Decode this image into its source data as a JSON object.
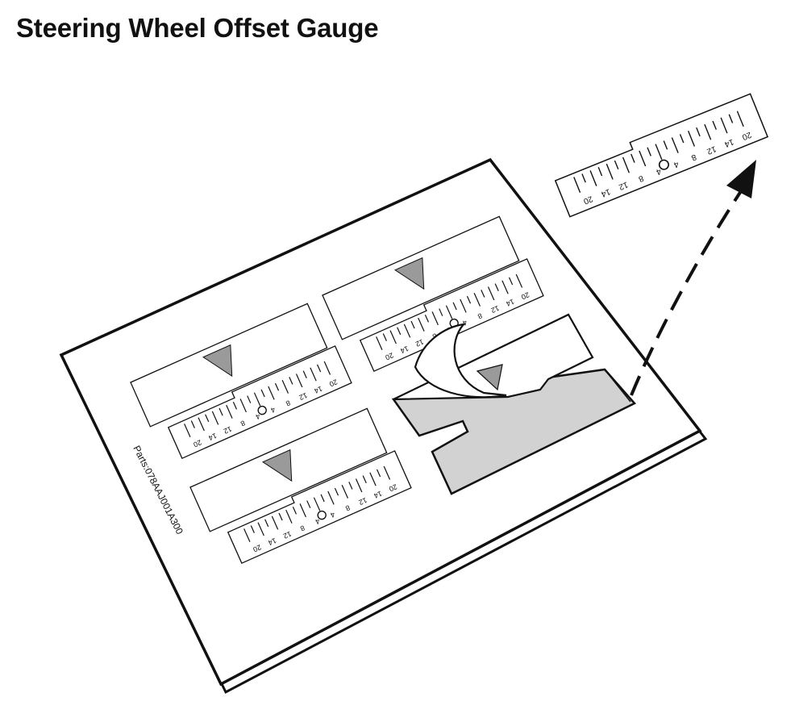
{
  "title": "Steering Wheel Offset Gauge",
  "part_number": "Parts:078AAJ001A300",
  "scale": {
    "labels": [
      "20",
      "14",
      "12",
      "8",
      "4",
      "4",
      "8",
      "12",
      "14",
      "20"
    ]
  },
  "colors": {
    "line": "#111111",
    "shaded": "#d2d2d2",
    "pointer": "#9a9a9a"
  }
}
